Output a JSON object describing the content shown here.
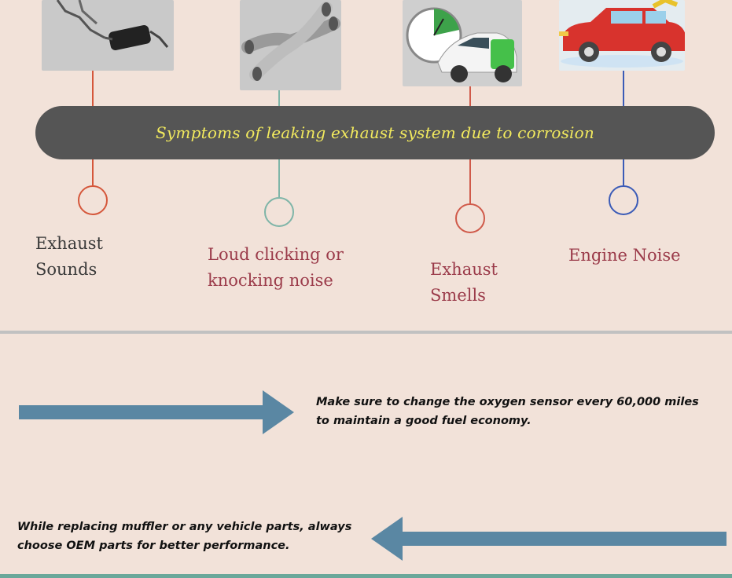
{
  "banner": {
    "title": "Symptoms of leaking exhaust system due to corrosion"
  },
  "symptoms": [
    {
      "label_line1": "Exhaust",
      "label_line2": "Sounds",
      "color": "#d5573b",
      "text_color": "#3a3a3a"
    },
    {
      "label_line1": "Loud clicking or",
      "label_line2": "knocking noise",
      "color": "#7fb5a8",
      "text_color": "#9b3b4a"
    },
    {
      "label_line1": "Exhaust",
      "label_line2": "Smells",
      "color": "#d05a4a",
      "text_color": "#9b3b4a"
    },
    {
      "label_line1": "Engine Noise",
      "label_line2": "",
      "color": "#3b5bb7",
      "text_color": "#9b3b4a"
    }
  ],
  "images": [
    {
      "icon": "exhaust-pipe-muffler-icon"
    },
    {
      "icon": "x-pipe-exhaust-icon"
    },
    {
      "icon": "green-car-stopwatch-icon"
    },
    {
      "icon": "red-car-cartoon-icon"
    }
  ],
  "tips": [
    {
      "line1": "Make sure to change the oxygen sensor every 60,000 miles",
      "line2": "to maintain a good fuel economy.",
      "arrow": "right"
    },
    {
      "line1": "While replacing muffler or any vehicle parts, always",
      "line2": "choose OEM parts for better performance.",
      "arrow": "left"
    }
  ],
  "colors": {
    "background": "#f2e2d9",
    "banner": "#555555",
    "banner_text": "#f2ea5e",
    "arrow": "#5a87a3",
    "divider": "#c1c1c1",
    "bottom_bar": "#6aa89a"
  }
}
